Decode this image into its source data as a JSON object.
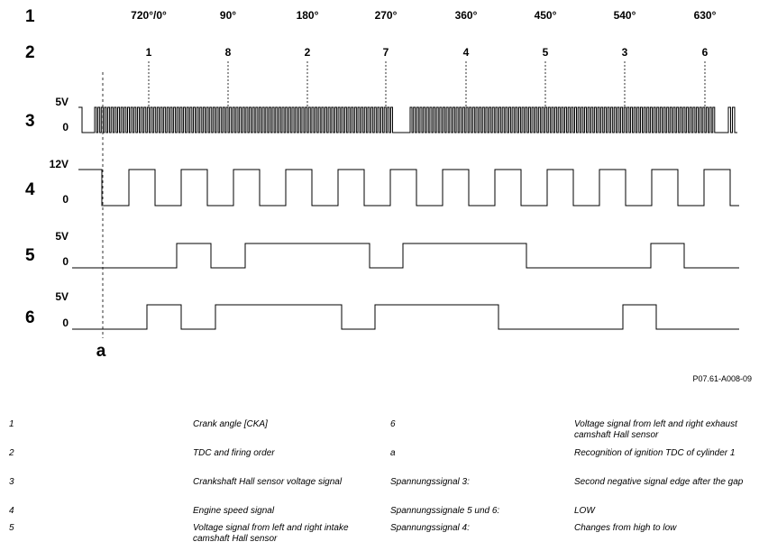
{
  "diagram": {
    "row_numbers": [
      "1",
      "2",
      "3",
      "4",
      "5",
      "6"
    ],
    "crank_angles": [
      "720°/0°",
      "90°",
      "180°",
      "270°",
      "360°",
      "450°",
      "540°",
      "630°"
    ],
    "firing_order": [
      "1",
      "8",
      "2",
      "7",
      "4",
      "5",
      "3",
      "6"
    ],
    "levels": {
      "row3_high": "5V",
      "row3_low": "0",
      "row4_high": "12V",
      "row4_low": "0",
      "row5_high": "5V",
      "row5_low": "0",
      "row6_high": "5V",
      "row6_low": "0"
    },
    "marker_label": "a",
    "figure_id": "P07.61-A008-09"
  },
  "legend": [
    {
      "key": "1",
      "text": "Crank angle [CKA]",
      "key2": "6",
      "text2": "Voltage signal from left and right exhaust camshaft Hall sensor"
    },
    {
      "key": "2",
      "text": "TDC and firing order",
      "key2": "a",
      "text2": "Recognition of ignition TDC of cylinder 1"
    },
    {
      "key": "3",
      "text": "Crankshaft Hall sensor voltage signal",
      "key2": "Spannungssignal 3:",
      "text2": "Second negative signal edge after the gap"
    },
    {
      "key": "4",
      "text": "Engine speed signal",
      "key2": "Spannungssignale 5 und 6:",
      "text2": "LOW"
    },
    {
      "key": "5",
      "text": "Voltage signal from left and right intake camshaft Hall sensor",
      "key2": "Spannungssignal 4:",
      "text2": "Changes from high to low"
    }
  ]
}
